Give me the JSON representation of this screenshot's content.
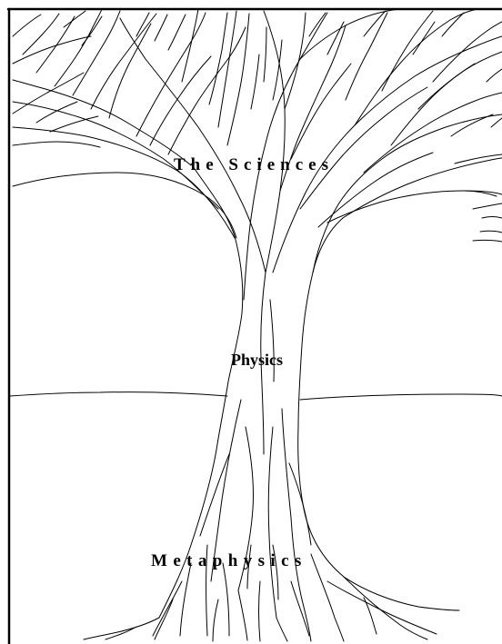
{
  "labels": {
    "sciences": "The Sciences",
    "physics": "Physics",
    "metaphysics": "Metaphysics"
  },
  "colors": {
    "background": "#ffffff",
    "ink": "#000000"
  }
}
